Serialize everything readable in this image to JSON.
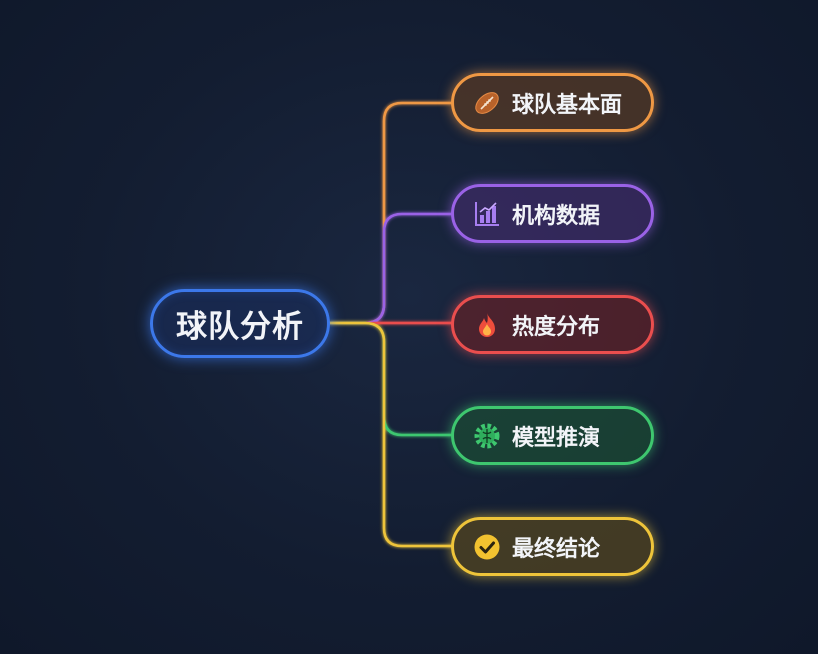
{
  "mindmap": {
    "root": {
      "label": "球队分析",
      "color": "#3c78ea"
    },
    "branches": [
      {
        "label": "球队基本面",
        "icon": "football-icon",
        "color": "#ef9844"
      },
      {
        "label": "机构数据",
        "icon": "bar-chart-icon",
        "color": "#9a62e6"
      },
      {
        "label": "热度分布",
        "icon": "fire-icon",
        "color": "#ea4e4e"
      },
      {
        "label": "模型推演",
        "icon": "brain-gear-icon",
        "color": "#3ec76f"
      },
      {
        "label": "最终结论",
        "icon": "check-circle-icon",
        "color": "#eec43a"
      }
    ]
  }
}
